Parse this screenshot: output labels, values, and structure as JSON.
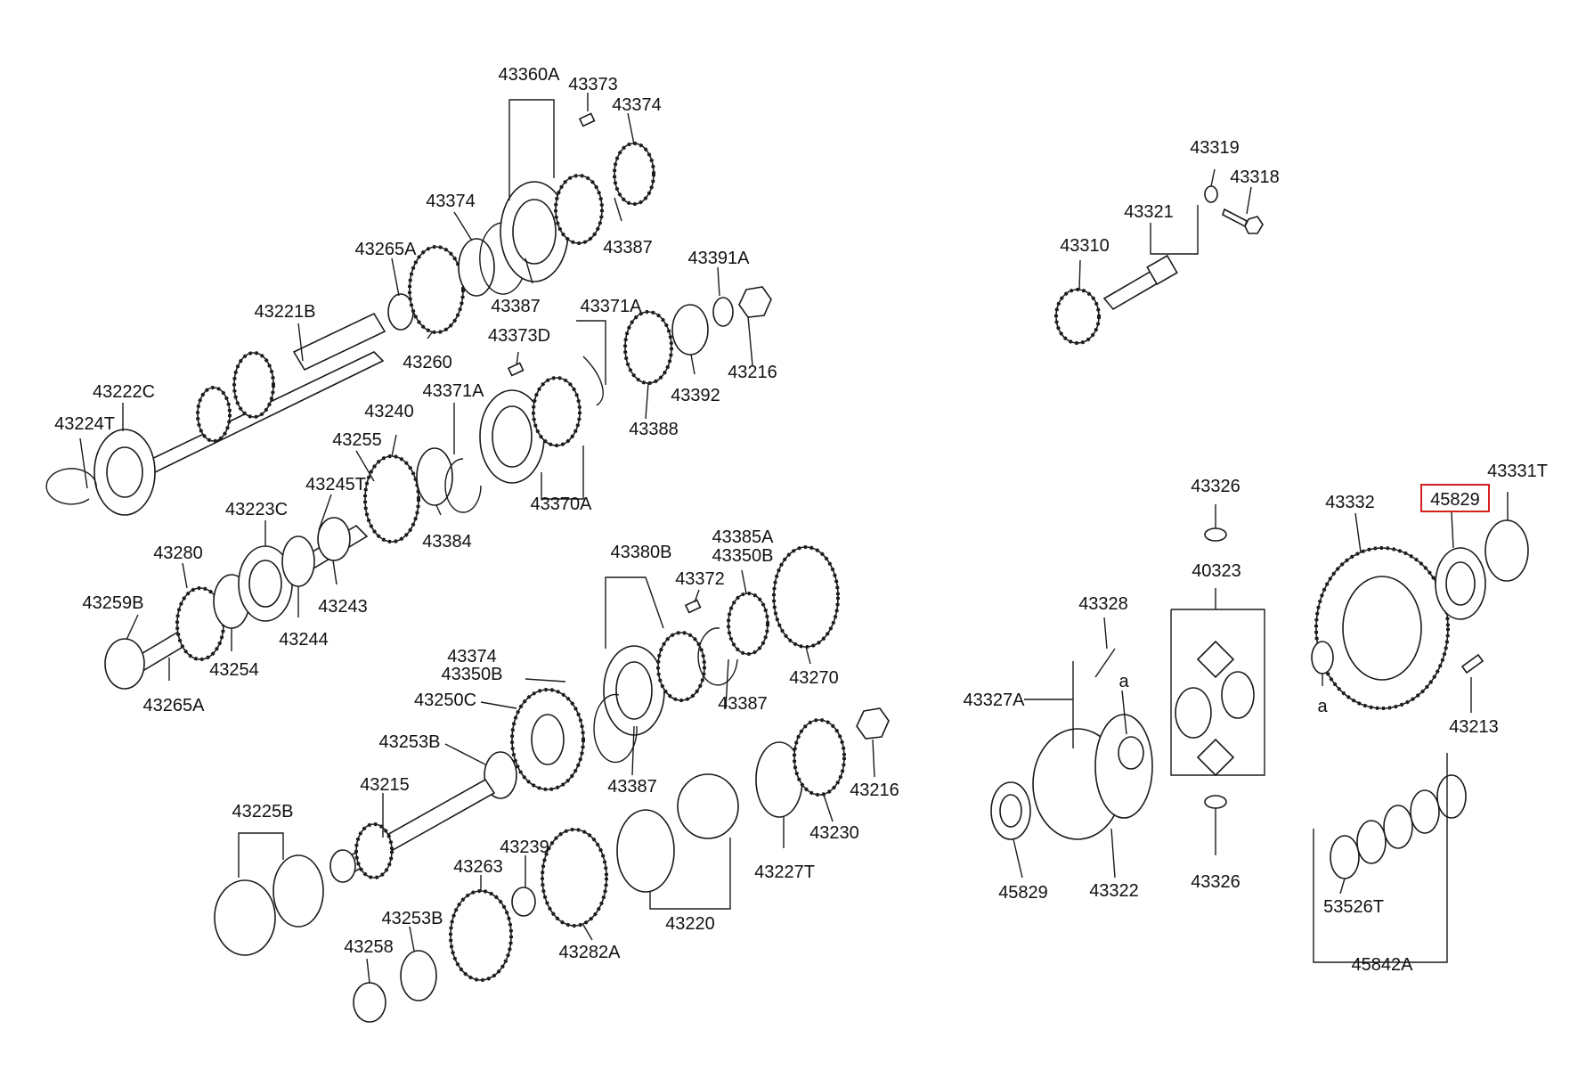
{
  "diagram": {
    "highlight_color": "#d62020",
    "highlighted_part": "45829",
    "labels": {
      "l43360A": "43360A",
      "l43373": "43373",
      "l43374a": "43374",
      "l43374b": "43374",
      "l43265Aa": "43265A",
      "l43387a": "43387",
      "l43387b": "43387",
      "l43391A": "43391A",
      "l43221B": "43221B",
      "l43260": "43260",
      "l43371A": "43371A",
      "l43373D": "43373D",
      "l43216a": "43216",
      "l43392": "43392",
      "l43222C": "43222C",
      "l43388": "43388",
      "l43224T": "43224T",
      "l43371Ab": "43371A",
      "l43240": "43240",
      "l43255": "43255",
      "l43370A": "43370A",
      "l43245T": "43245T",
      "l43223C": "43223C",
      "l43384": "43384",
      "l43280": "43280",
      "l43243": "43243",
      "l43259B": "43259B",
      "l43244": "43244",
      "l43254": "43254",
      "l43265Ab": "43265A",
      "l43385A": "43385A",
      "l43380B": "43380B",
      "l43350Ba": "43350B",
      "l43372": "43372",
      "l43374c": "43374",
      "l43350Bb": "43350B",
      "l43270": "43270",
      "l43250C": "43250C",
      "l43387c": "43387",
      "l43253Ba": "43253B",
      "l43387d": "43387",
      "l43216b": "43216",
      "l43215": "43215",
      "l43225B": "43225B",
      "l43230": "43230",
      "l43239": "43239",
      "l43263": "43263",
      "l43227T": "43227T",
      "l43253Bb": "43253B",
      "l43220": "43220",
      "l43282A": "43282A",
      "l43258": "43258",
      "l43319": "43319",
      "l43318": "43318",
      "l43321": "43321",
      "l43310": "43310",
      "l43326a": "43326",
      "l43331T": "43331T",
      "l43332": "43332",
      "l45829a": "45829",
      "l40323": "40323",
      "l43328": "43328",
      "l43327A": "43327A",
      "la1": "a",
      "la2": "a",
      "l43213": "43213",
      "l45829b": "45829",
      "l43322": "43322",
      "l43326b": "43326",
      "l53526T": "53526T",
      "l45842A": "45842A"
    }
  }
}
